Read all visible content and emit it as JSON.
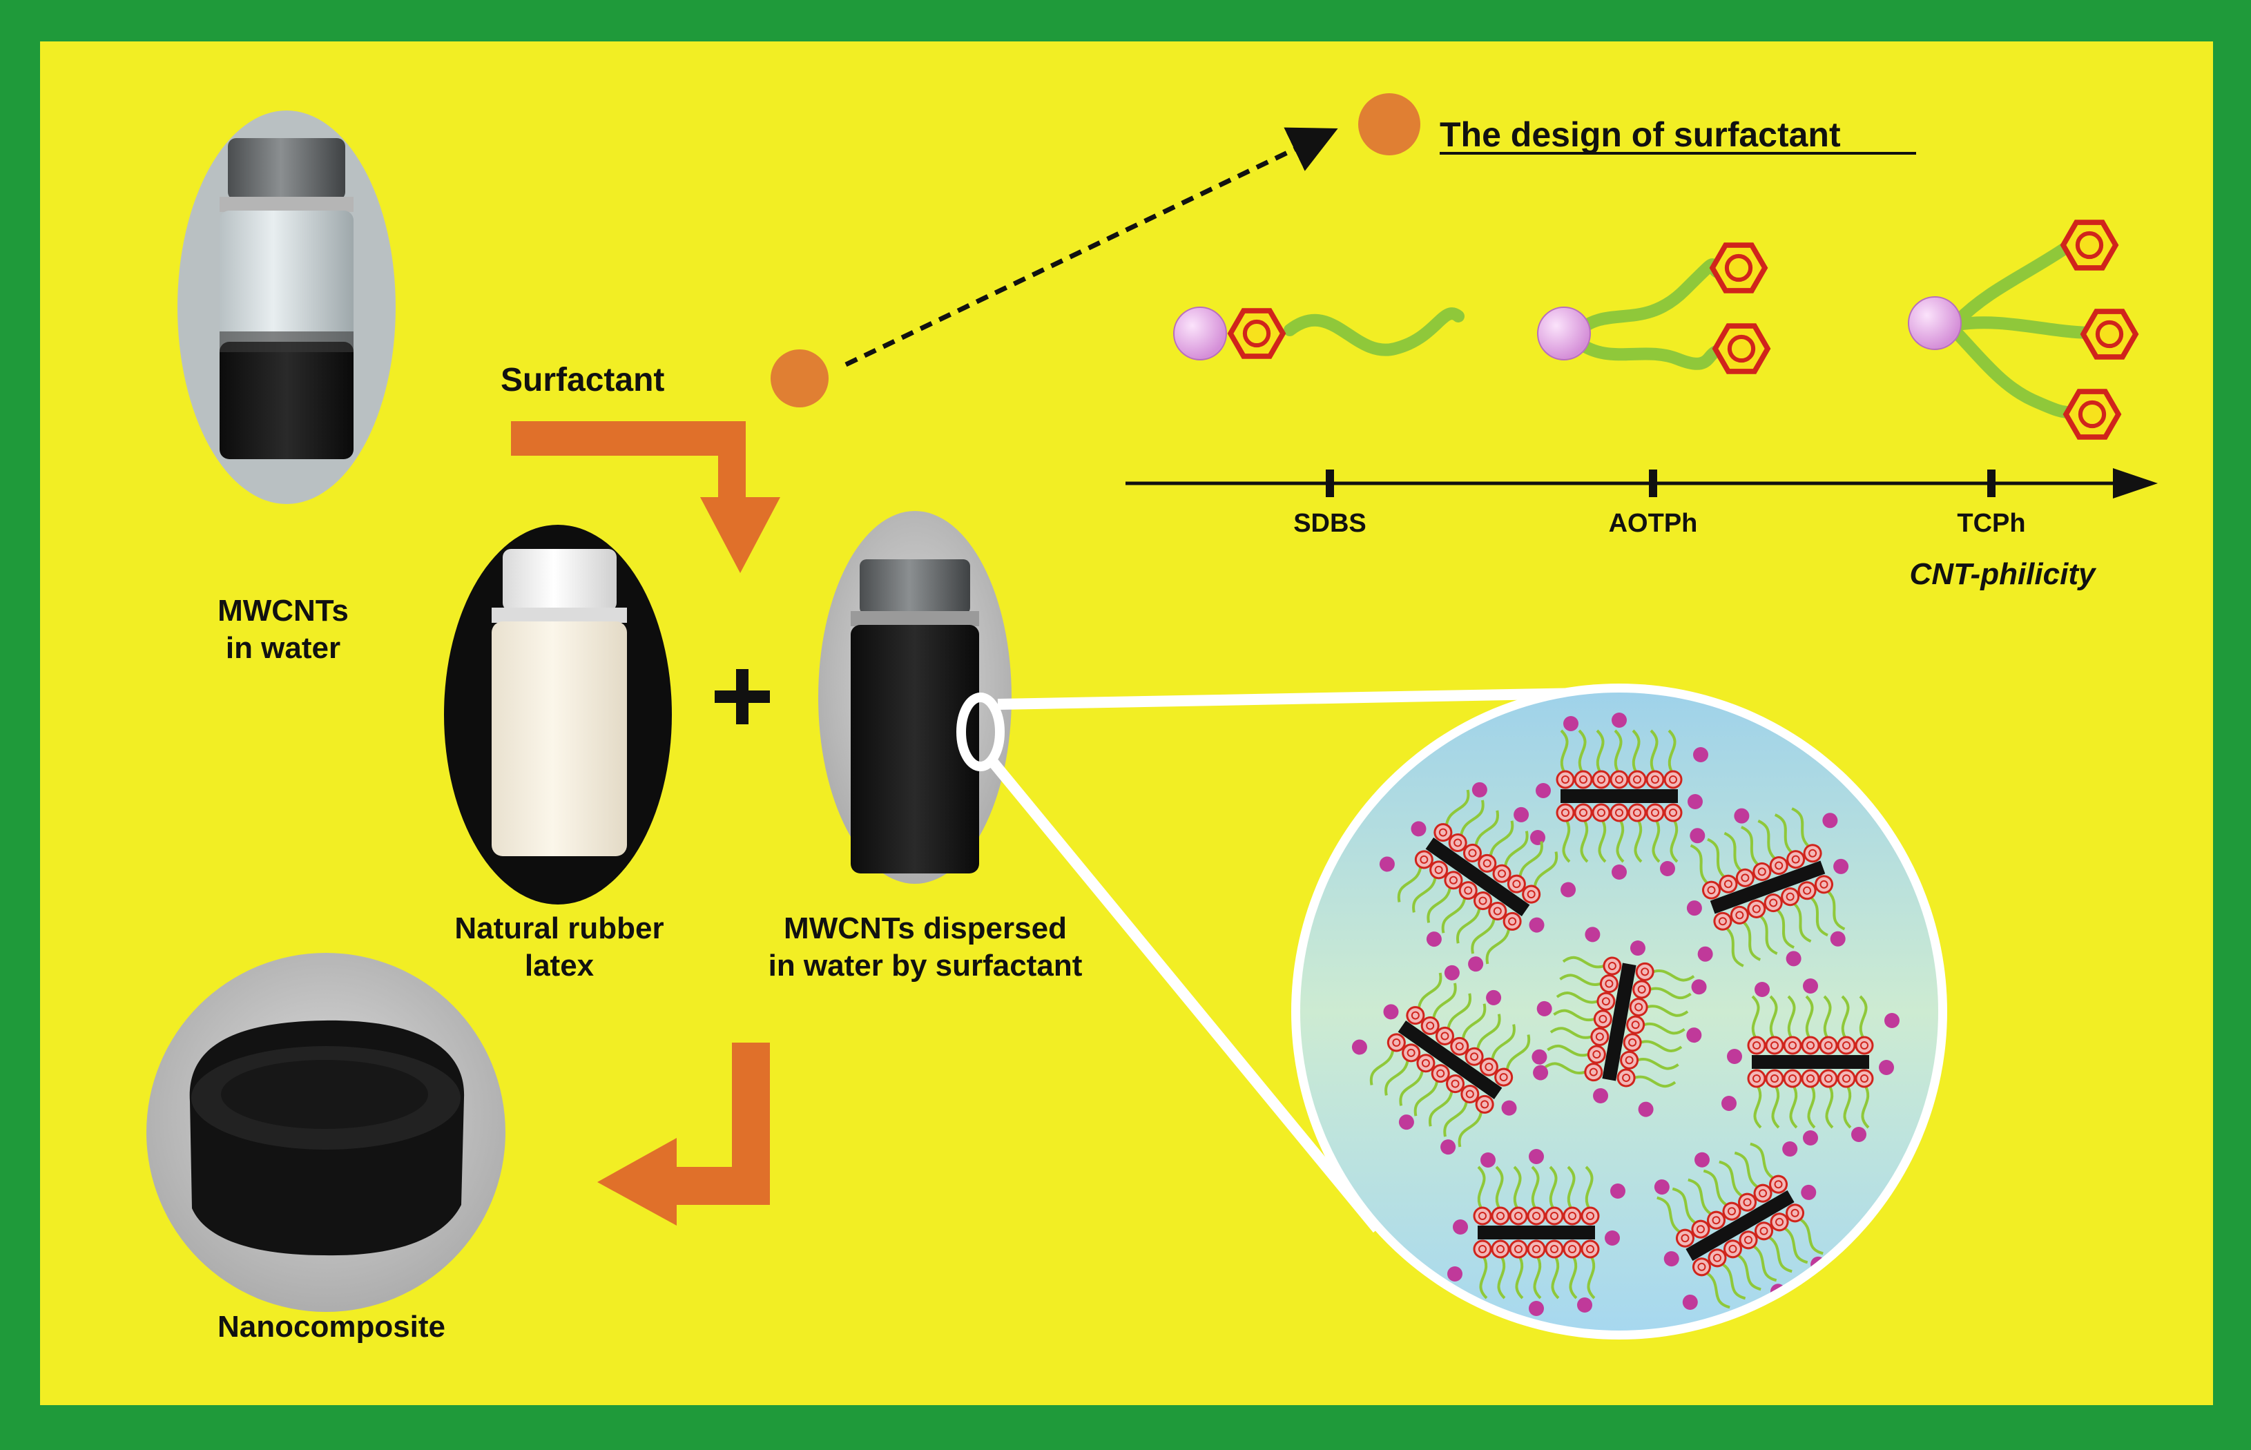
{
  "labels": {
    "mwcnts_water": [
      "MWCNTs",
      "in water"
    ],
    "surfactant": "Surfactant",
    "natural_rubber": [
      "Natural rubber",
      "latex"
    ],
    "dispersed": [
      "MWCNTs dispersed",
      "in water by surfactant"
    ],
    "nanocomposite": "Nanocomposite",
    "design_title": "The design of surfactant",
    "plus": "+"
  },
  "axis": {
    "ticks": [
      "SDBS",
      "AOTPh",
      "TCPh"
    ],
    "label": "CNT-philicity"
  },
  "colors": {
    "border": "#1f9a3a",
    "background": "#f2ee24",
    "arrow": "#e0702a",
    "surfactant_dot": "#e07f33",
    "head_group": "#d58fd8",
    "tail": "#8fc83a",
    "benzene": "#d0241c",
    "water": "#a9d8ee",
    "nanotube": "#111111",
    "particle_pink": "#c0399a"
  },
  "icons": [
    "vial-icon",
    "arrow-icon",
    "benzene-ring-icon",
    "nanotube-icon",
    "magnifier-circle-icon"
  ]
}
